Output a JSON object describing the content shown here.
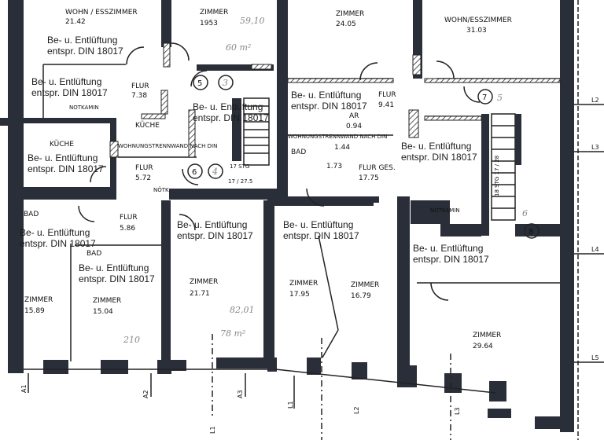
{
  "rooms": [
    {
      "name": "WOHN / ESSZIMMER",
      "area": "21.42"
    },
    {
      "name": "ZIMMER",
      "area": "1953"
    },
    {
      "name": "ZIMMER",
      "area": "24.05"
    },
    {
      "name": "WOHN/ESSZIMMER",
      "area": "31.03"
    },
    {
      "name": "FLUR",
      "area": "7.38"
    },
    {
      "name": "FLUR",
      "area": "9.41"
    },
    {
      "name": "KÜCHE",
      "area": ""
    },
    {
      "name": "FLUR",
      "area": "5.72"
    },
    {
      "name": "AR",
      "area": "0.94"
    },
    {
      "name": "FLUR GES.",
      "area": "17.75"
    },
    {
      "name": "FLUR",
      "area": "5.86"
    },
    {
      "name": "ZIMMER",
      "area": "21.71"
    },
    {
      "name": "ZIMMER",
      "area": "15.89"
    },
    {
      "name": "ZIMMER",
      "area": "15.04"
    },
    {
      "name": "ZIMMER",
      "area": "17.95"
    },
    {
      "name": "ZIMMER",
      "area": "16.79"
    },
    {
      "name": "ZIMMER",
      "area": "29.64"
    }
  ],
  "small_labels": {
    "notkamin_1": "NOTKAMIN",
    "notkamin_2": "NOTKAMIN",
    "notk": "NÖTK.",
    "trennwand_1": "WOHNUNGSTRENNWAND NACH DIN",
    "trennwand_2": "WOHNUNGSTRENNWAND NACH DIN",
    "kueche_1": "KÜCHE",
    "kueche_2": "KÜCHE",
    "bad_1": "BAD",
    "bad_2": "BAD",
    "bad_3": "BAD",
    "area_144": "1.44",
    "area_173": "1.73",
    "stairs_1": "17 STG",
    "stairs_1b": "17 / 27.5",
    "stairs_2": "18 STG 17 / 28"
  },
  "stamp": {
    "line1": "Be- u. Entlüftung",
    "line2": "entspr. DIN 18017"
  },
  "stamps_count_note": "",
  "circle_numbers": [
    "5",
    "3",
    "6",
    "4",
    "7",
    "5",
    "8",
    "6"
  ],
  "handwritten": {
    "h1": "59,10",
    "h2": "60 m²",
    "h3": "82,01",
    "h4": "78 m²",
    "h5": "210"
  },
  "axes": {
    "bottom": [
      "A1",
      "A2",
      "A3",
      "L1",
      "L1",
      "L2",
      "L3"
    ],
    "right": [
      "L2",
      "L3",
      "L4",
      "L5"
    ]
  },
  "colors": {
    "wall": "#2a2e38",
    "line": "#222222",
    "paper": "#ffffff"
  }
}
